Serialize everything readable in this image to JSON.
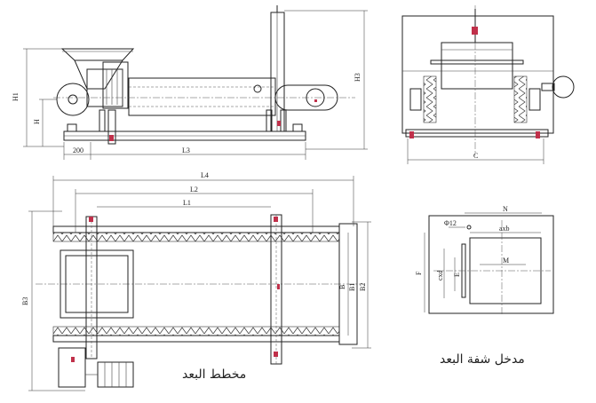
{
  "dimensions": {
    "side_view": {
      "H1": "H1",
      "H": "H",
      "H3": "H3",
      "d200": "200",
      "L3": "L3"
    },
    "end_view": {
      "C": "C"
    },
    "plan_view": {
      "L4": "L4",
      "L2": "L2",
      "L1": "L1",
      "B3": "B3",
      "B": "B",
      "B1": "B1",
      "B2": "B2"
    },
    "inlet_detail": {
      "phi": "Φ12",
      "N": "N",
      "axb": "axb",
      "F": "F",
      "cxd": "cxd",
      "E": "E",
      "M": "M"
    }
  },
  "captions": {
    "plan": "مخطط البعد",
    "inlet": "مدخل شفة البعد"
  },
  "colors": {
    "line": "#222222",
    "marker": "#c0304a"
  }
}
